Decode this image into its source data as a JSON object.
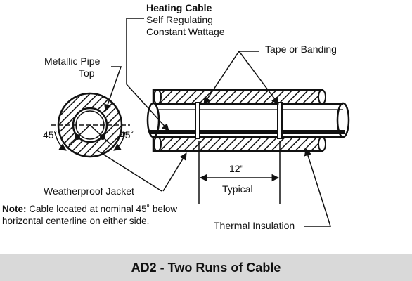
{
  "labels": {
    "heating_cable": "Heating Cable",
    "self_regulating": "Self Regulating",
    "constant_wattage": "Constant Wattage",
    "metallic_pipe": "Metallic Pipe",
    "top": "Top",
    "tape_or_banding": "Tape or Banding",
    "angle_left": "45˚",
    "angle_right": "45˚",
    "dimension": "12\"",
    "typical": "Typical",
    "weatherproof_jacket": "Weatherproof Jacket",
    "thermal_insulation": "Thermal Insulation"
  },
  "note": {
    "prefix": "Note:",
    "text": "Cable located at nominal 45˚ below horizontal centerline on either side."
  },
  "caption": "AD2 - Two Runs of Cable"
}
